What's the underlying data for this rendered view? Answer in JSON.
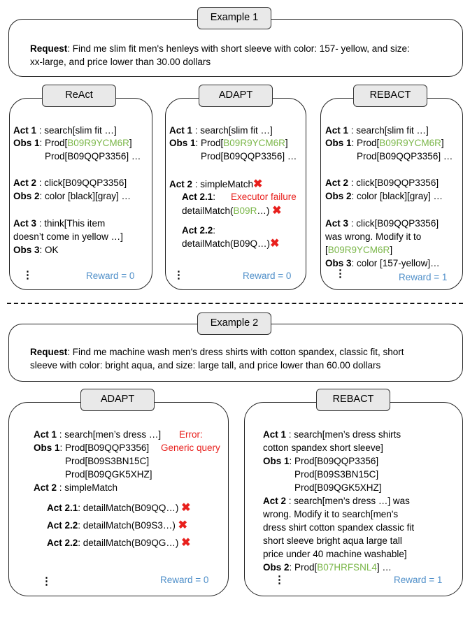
{
  "ex1": {
    "label": "Example 1",
    "req_label": "Request",
    "req_l1": ": Find me slim fit men's henleys with short sleeve with color: 157- yellow, and size:",
    "req_l2": "xx-large, and price lower than 30.00 dollars",
    "react": {
      "label": "ReAct",
      "a1": "Act 1",
      "a1t": " : search[slim fit …]",
      "o1": "Obs 1",
      "o1p": ": Prod[",
      "o1g": "B09R9YCM6R",
      "o1e": "]",
      "o1b": "Prod[B09QQP3356] …",
      "a2": "Act 2",
      "a2t": " : click[B09QQP3356]",
      "o2": "Obs 2",
      "o2t": ": color [black][gray] …",
      "a3": "Act 3",
      "a3t": " : think[This item",
      "a3b": "doesn’t come in yellow …]",
      "o3": "Obs 3",
      "o3t": ": OK",
      "dots": "⋮",
      "reward": "Reward = 0"
    },
    "adapt": {
      "label": "ADAPT",
      "a1": "Act 1",
      "a1t": " : search[slim fit …]",
      "o1": "Obs 1",
      "o1p": ": Prod[",
      "o1g": "B09R9YCM6R",
      "o1e": "]",
      "o1b": "Prod[B09QQP3356] …",
      "a2": "Act 2",
      "a2t": " : simpleMatch",
      "a21": "Act 2.1",
      "a21t": ":",
      "fail": "Executor failure",
      "a21b": "detailMatch(",
      "a21g": "B09R",
      "a21e": "…)",
      "a22": "Act 2.2",
      "a22t": ":",
      "a22b": "detailMatch(B09Q…)",
      "cross": "✖",
      "dots": "⋮",
      "reward": "Reward = 0"
    },
    "rebact": {
      "label": "REBACT",
      "a1": "Act 1",
      "a1t": " : search[slim fit …]",
      "o1": "Obs 1",
      "o1p": ": Prod[",
      "o1g": "B09R9YCM6R",
      "o1e": "]",
      "o1b": "Prod[B09QQP3356] …",
      "a2": "Act 2",
      "a2t": " : click[B09QQP3356]",
      "o2": "Obs 2",
      "o2t": ": color [black][gray] …",
      "a3": "Act 3",
      "a3t": " : click[B09QQP3356]",
      "a3b": "was wrong. Modify it to",
      "a3c1": "[",
      "a3cg": "B09R9YCM6R",
      "a3c2": "]",
      "o3": "Obs 3",
      "o3t": ": color [157-yellow]…",
      "dots": "⋮",
      "reward": "Reward = 1"
    }
  },
  "ex2": {
    "label": "Example 2",
    "req_label": "Request",
    "req_l1": ": Find me machine wash men's dress shirts with cotton spandex, classic fit, short",
    "req_l2": "sleeve with color: bright aqua, and size: large tall, and price lower than 60.00 dollars",
    "adapt": {
      "label": "ADAPT",
      "a1": "Act 1",
      "a1t": " : search[men’s dress …]",
      "err1": "Error:",
      "err2": "Generic query",
      "o1": "Obs 1",
      "o1t": ": Prod[B09QQP3356]",
      "o1b": "Prod[B09S3BN15C]",
      "o1c": "Prod[B09QGK5XHZ]",
      "a2": "Act 2",
      "a2t": " : simpleMatch",
      "a21": "Act 2.1",
      "a21t": ": detailMatch(B09QQ…)",
      "a22": "Act 2.2",
      "a22t": ": detailMatch(B09S3…)",
      "a23": "Act 2.2",
      "a23t": ": detailMatch(B09QG…)",
      "cross": "✖",
      "dots": "⋮",
      "reward": "Reward = 0"
    },
    "rebact": {
      "label": "REBACT",
      "a1": "Act 1",
      "a1t": " : search[men’s dress shirts",
      "a1b": "cotton spandex short sleeve]",
      "o1": "Obs 1",
      "o1t": ": Prod[B09QQP3356]",
      "o1b": "Prod[B09S3BN15C]",
      "o1c": "Prod[B09QGK5XHZ]",
      "a2": "Act 2",
      "a2t": " : search[men’s dress …] was",
      "a2b": "wrong. Modify it to search[men's",
      "a2c": "dress shirt cotton spandex classic fit",
      "a2d": "short sleeve bright aqua large tall",
      "a2e": "price under 40 machine washable]",
      "o2": "Obs 2",
      "o2p": ": Prod[",
      "o2g": "B07HRFSNL4",
      "o2e": "] …",
      "dots": "⋮",
      "reward": "Reward = 1"
    }
  }
}
